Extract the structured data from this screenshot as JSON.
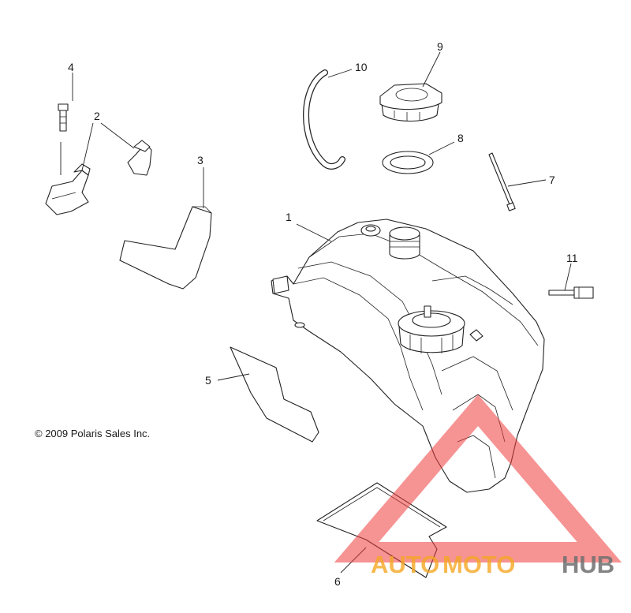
{
  "diagram": {
    "callouts": [
      "1",
      "2",
      "3",
      "4",
      "5",
      "6",
      "7",
      "8",
      "9",
      "10",
      "11"
    ],
    "copyright": "© 2009 Polaris Sales Inc."
  },
  "watermark": {
    "word_auto": "AUTO",
    "word_moto": "MOTO",
    "word_hub": "HUB",
    "colors": {
      "triangle": "#ef3b3b",
      "auto": "#f5a623",
      "moto": "#f5a623",
      "hub": "#6f6f6f"
    }
  }
}
